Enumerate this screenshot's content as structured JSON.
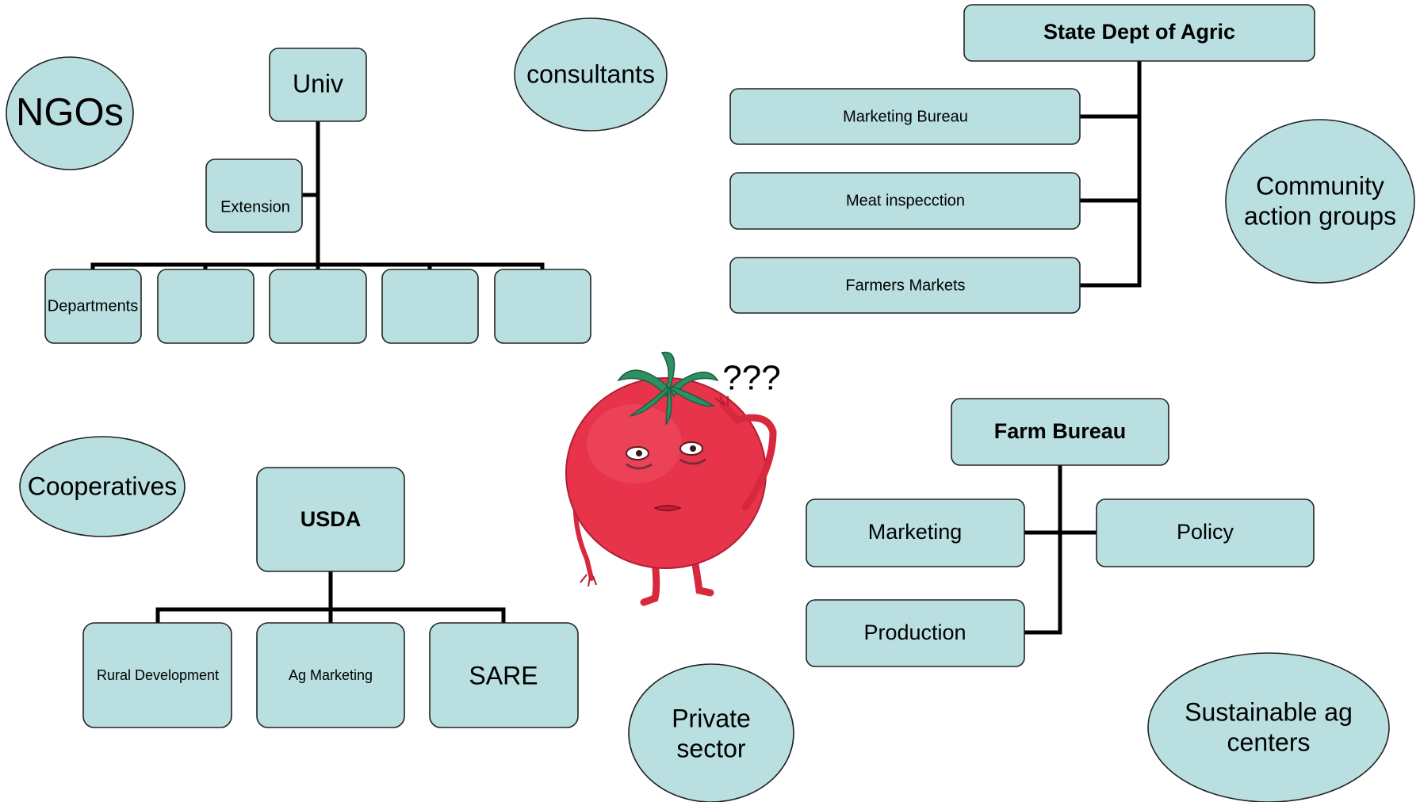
{
  "university": {
    "title": "Univ",
    "extension": "Extension",
    "departments": [
      "Departments",
      "",
      "",
      "",
      ""
    ]
  },
  "state_dept": {
    "title": "State Dept of Agric",
    "bureaus": [
      "Marketing Bureau",
      "Meat inspecction",
      "Farmers Markets"
    ]
  },
  "usda": {
    "title": "USDA",
    "agencies": [
      "Rural Development",
      "Ag Marketing",
      "SARE"
    ]
  },
  "farm_bureau": {
    "title": "Farm Bureau",
    "divisions": [
      "Marketing",
      "Policy",
      "Production"
    ]
  },
  "organizations": {
    "ngos": "NGOs",
    "consultants": "consultants",
    "community_line1": "Community",
    "community_line2": "action groups",
    "cooperatives": "Cooperatives",
    "private_line1": "Private",
    "private_line2": "sector",
    "sustainable_line1": "Sustainable ag",
    "sustainable_line2": "centers"
  },
  "tomato": {
    "caption": "???"
  },
  "colors": {
    "node_fill": "#b9dfe1",
    "connector": "#000000",
    "tomato": "#e8344b",
    "leaves": "#2f8f62"
  }
}
